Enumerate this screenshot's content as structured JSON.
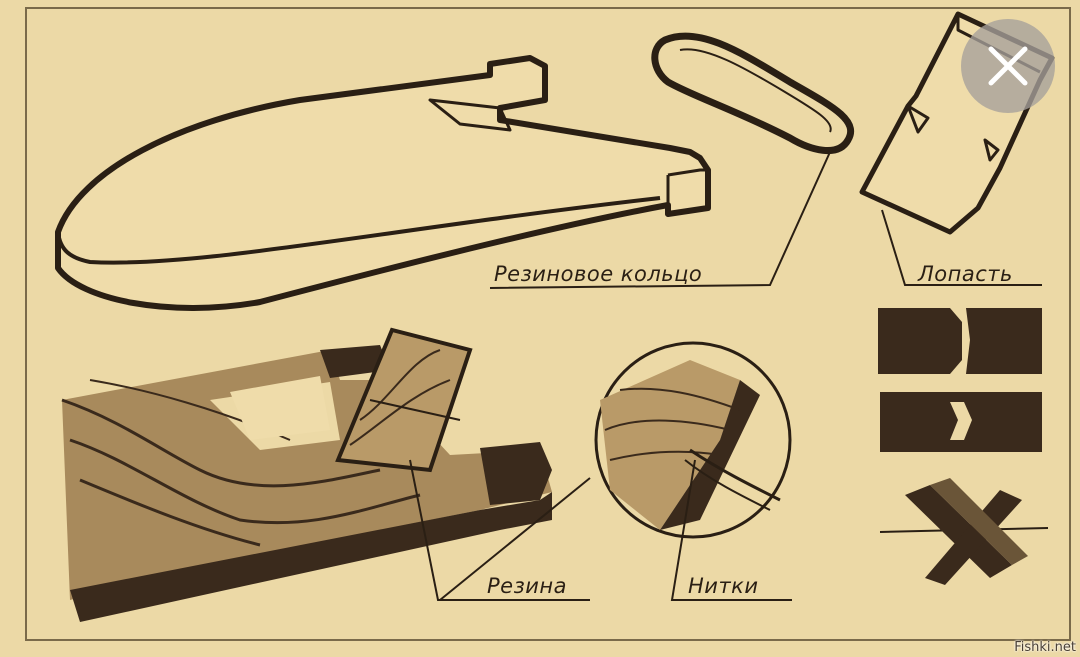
{
  "labels": {
    "rubber_ring": "Резиновое кольцо",
    "blade": "Лопасть",
    "rubber": "Резина",
    "threads": "Нитки"
  },
  "overlay": {
    "close_icon": "close-icon"
  },
  "watermark": "Fishki.net",
  "colors": {
    "paper": "#ecd9a6",
    "ink": "#2a1f14",
    "wood_dark": "#3a2a1c",
    "wood_light": "#a88a5c"
  }
}
